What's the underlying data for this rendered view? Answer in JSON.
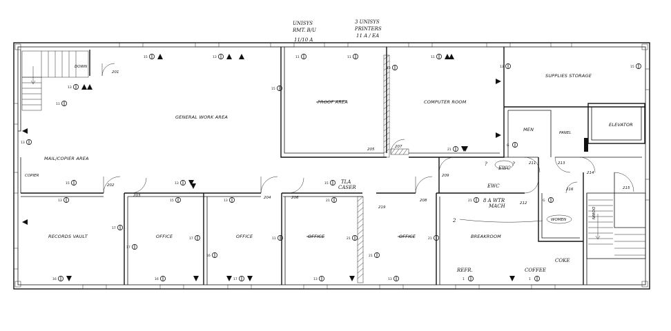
{
  "rooms": {
    "general_work_area": "GENERAL WORK AREA",
    "mail_copier_area": "MAIL/COPIER AREA",
    "proof_area": "PROOF AREA",
    "computer_room": "COMPUTER ROOM",
    "supplies_storage": "SUPPLIES STORAGE",
    "men": "MEN",
    "elevator": "ELEVATOR",
    "panel": "PANEL",
    "records_vault": "RECORDS VAULT",
    "office_1": "OFFICE",
    "office_2": "OFFICE",
    "office_3": "OFFICE",
    "office_4": "OFFICE",
    "breakroom": "BREAKROOM",
    "women": "WOMEN",
    "down_1": "DOWN",
    "down_2": "DOWN",
    "copier": "COPIER"
  },
  "room_numbers": {
    "r201": "201",
    "r202": "202",
    "r203": "203",
    "r204": "204",
    "r205": "205",
    "r206": "206",
    "r207": "207",
    "r208": "208",
    "r209": "209",
    "r211": "211",
    "r212": "212",
    "r213": "213",
    "r214": "214",
    "r215": "215",
    "r216": "216",
    "r219": "219"
  },
  "handwritten": {
    "note1_line1": "UNISYS",
    "note1_line2": "RMT. B/U",
    "note1_line3": "11/10 A",
    "note2_line1": "3 UNISYS",
    "note2_line2": "PRINTERS",
    "note2_line3": "11 A / EA",
    "tla_line1": "TLA",
    "tla_line2": "CASER",
    "ewc": "EWC",
    "ewc_2": "EWC",
    "water_line1": "8 A WTR",
    "water_line2": "MACH",
    "refr": "REFR.",
    "coffee": "COFFEE",
    "coke": "COKE",
    "two": "2",
    "q1": "?",
    "q2": "?"
  },
  "outlet_numbers": [
    "15",
    "13",
    "13",
    "11",
    "13",
    "15",
    "11",
    "11",
    "13",
    "11",
    "13",
    "15",
    "15",
    "13",
    "15",
    "13",
    "15",
    "13",
    "17",
    "17",
    "17",
    "16",
    "11",
    "21",
    "21",
    "21",
    "21",
    "21",
    "16",
    "16",
    "17",
    "13",
    "13",
    "21",
    "G",
    "G",
    "1",
    "1"
  ]
}
